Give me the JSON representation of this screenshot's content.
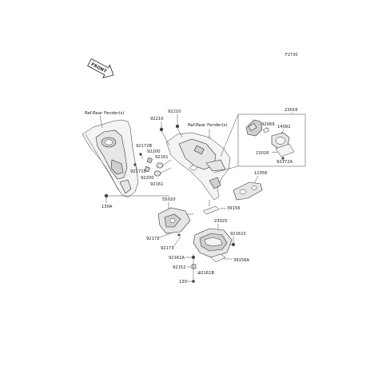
{
  "diagram": {
    "figure_code": "F2730",
    "front_marker": "FRONT",
    "refs": {
      "rear_fender_left": "Ref.Rear Fender(s)",
      "rear_fender_right": "Ref.Rear Fender(s)"
    },
    "labels": {
      "p92210_a": "92210",
      "p92210_b": "92210",
      "p23016": "23016",
      "p92069": "92069",
      "p14092": "14092",
      "p23026": "23026",
      "p92172A": "92172A",
      "p92172B": "92172B",
      "p92200_a": "92200",
      "p92161_a": "92161",
      "p92172S": "92172S",
      "p92200_b": "92200",
      "p92161_b": "92161",
      "p11056": "11056",
      "p130A": "130A",
      "p55020": "55020",
      "p39156": "39156",
      "p23025": "23025",
      "p92172": "92172",
      "p92173": "92173",
      "p92161S": "92161S",
      "p92161A": "92161A",
      "p92152": "92152",
      "p92161B": "92161B",
      "p39156A": "39156A",
      "p130": "130"
    }
  }
}
